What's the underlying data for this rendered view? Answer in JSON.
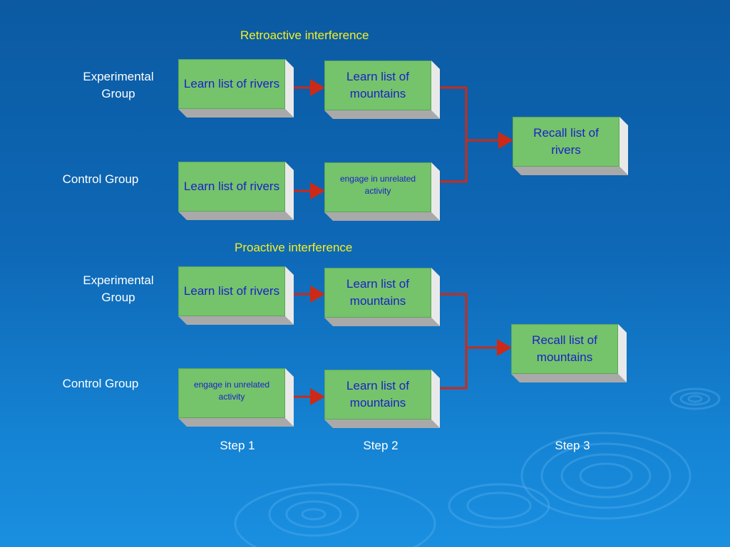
{
  "retroactive": {
    "title": "Retroactive interference",
    "experimental_label": "Experimental Group",
    "control_label": "Control Group",
    "exp_step1": "Learn list of rivers",
    "exp_step2": "Learn list of mountains",
    "ctrl_step1": "Learn list of rivers",
    "ctrl_step2": "engage in unrelated activity",
    "step3": "Recall list of rivers"
  },
  "proactive": {
    "title": "Proactive interference",
    "experimental_label": "Experimental Group",
    "control_label": "Control Group",
    "exp_step1": "Learn list of rivers",
    "exp_step2": "Learn list of mountains",
    "ctrl_step1": "engage in unrelated activity",
    "ctrl_step2": "Learn list of mountains",
    "step3": "Recall list of mountains"
  },
  "steps": [
    "Step 1",
    "Step 2",
    "Step 3"
  ],
  "colors": {
    "box_face": "#75c36b",
    "box_text": "#1a22c8",
    "arrow": "#cc2a16",
    "title_text": "#f4f020",
    "label_text": "#ffffff"
  }
}
